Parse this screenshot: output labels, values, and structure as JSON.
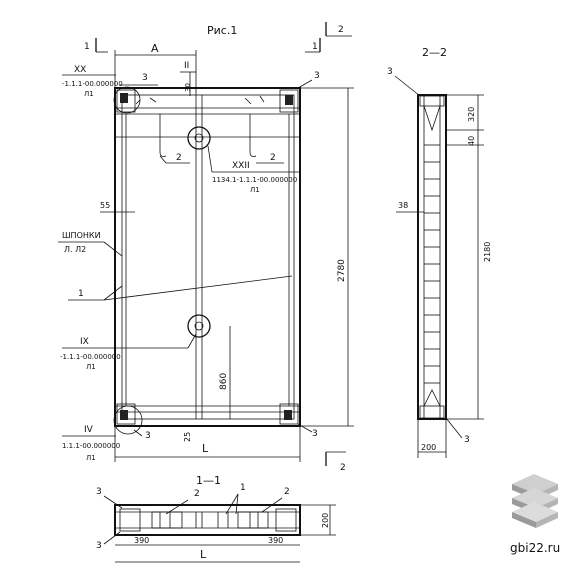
{
  "figure": {
    "title": "Рис.1",
    "section_1_1": "1—1",
    "section_2_2": "2—2"
  },
  "cut_marks": {
    "one": "1",
    "two": "2"
  },
  "dimensions": {
    "A": "A",
    "L": "L",
    "d55": "55",
    "d2780": "2780",
    "d860": "860",
    "d25": "25",
    "d30": "30",
    "d320": "320",
    "d40": "40",
    "d2180": "2180",
    "d38": "38",
    "d200": "200",
    "d390a": "390",
    "d390b": "390",
    "d200s": "200"
  },
  "callouts": {
    "c1": "1",
    "c2": "2",
    "c3": "3",
    "roman_II": "II",
    "roman_XX": "XX",
    "roman_XXII": "XXII",
    "roman_IX": "IX",
    "roman_IV": "IV",
    "ref_XX": "-1.1.1-00.000000",
    "ref_XX_sheet": "Л1",
    "ref_XXII": "1134.1-1.1.1-00.000000",
    "ref_XXII_sheet": "Л1",
    "ref_IX": "-1.1.1-00.000000",
    "ref_IX_sheet": "Л1",
    "ref_IV": "1.1.1-00.000000",
    "ref_IV_sheet": "Л1",
    "shponki_label": "ШПОНКИ",
    "shponki_sheet": "Л. Л2"
  },
  "watermark": {
    "text": "gbi22.ru"
  }
}
